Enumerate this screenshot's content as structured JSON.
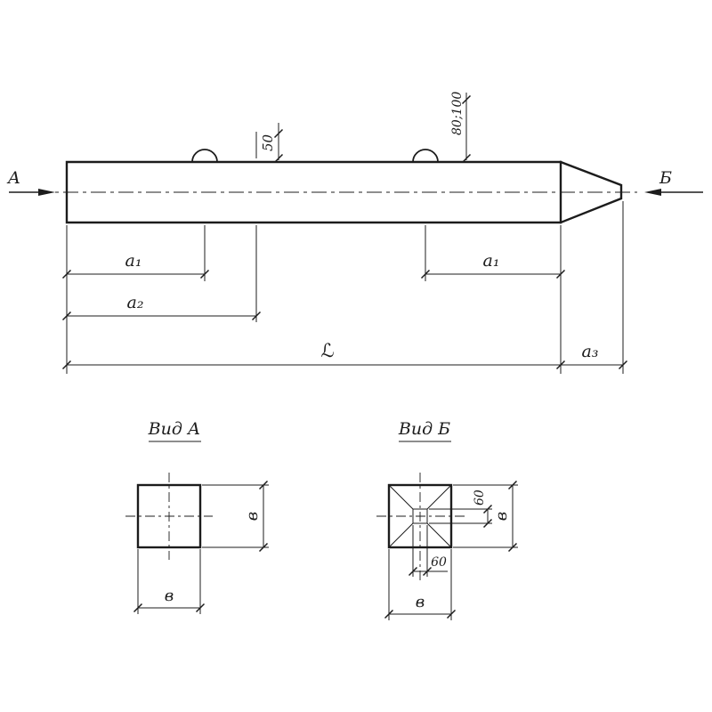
{
  "drawing": {
    "colors": {
      "line": "#1c1c1c",
      "background": "#ffffff"
    },
    "labels": {
      "view_arrow_left": "А",
      "view_arrow_right": "Б",
      "dim_hook_left": "50",
      "dim_hook_right": "80;100",
      "dim_a1_left": "а₁",
      "dim_a1_right": "а₁",
      "dim_a2": "а₂",
      "dim_length": "ℒ",
      "dim_a3": "а₃"
    },
    "view_a": {
      "title": "Вид А",
      "dim_width_right": "в",
      "dim_width_bottom": "в"
    },
    "view_b": {
      "title": "Вид Б",
      "dim_core_right": "60",
      "dim_core_bottom": "60",
      "dim_width_right": "в",
      "dim_width_bottom": "в"
    }
  }
}
